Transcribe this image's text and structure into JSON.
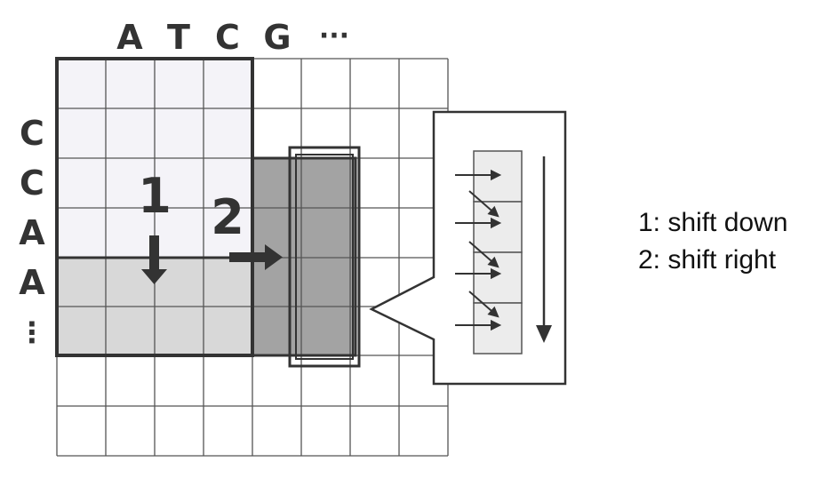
{
  "sequence_top": {
    "letters": [
      "A",
      "T",
      "C",
      "G"
    ],
    "ellipsis": "···"
  },
  "sequence_left": {
    "letters": [
      "C",
      "C",
      "A",
      "A"
    ],
    "ellipsis": "⋮"
  },
  "steps": {
    "down": "1",
    "right": "2"
  },
  "legend": [
    {
      "text": "1: shift down"
    },
    {
      "text": "2: shift right"
    }
  ],
  "colors": {
    "light_fill": "#f4f3f8",
    "medium_fill": "#d8d8d8",
    "dark_fill": "#a3a3a3",
    "cell_fill": "#ececec",
    "outline": "#333333",
    "grid": "#555555"
  }
}
